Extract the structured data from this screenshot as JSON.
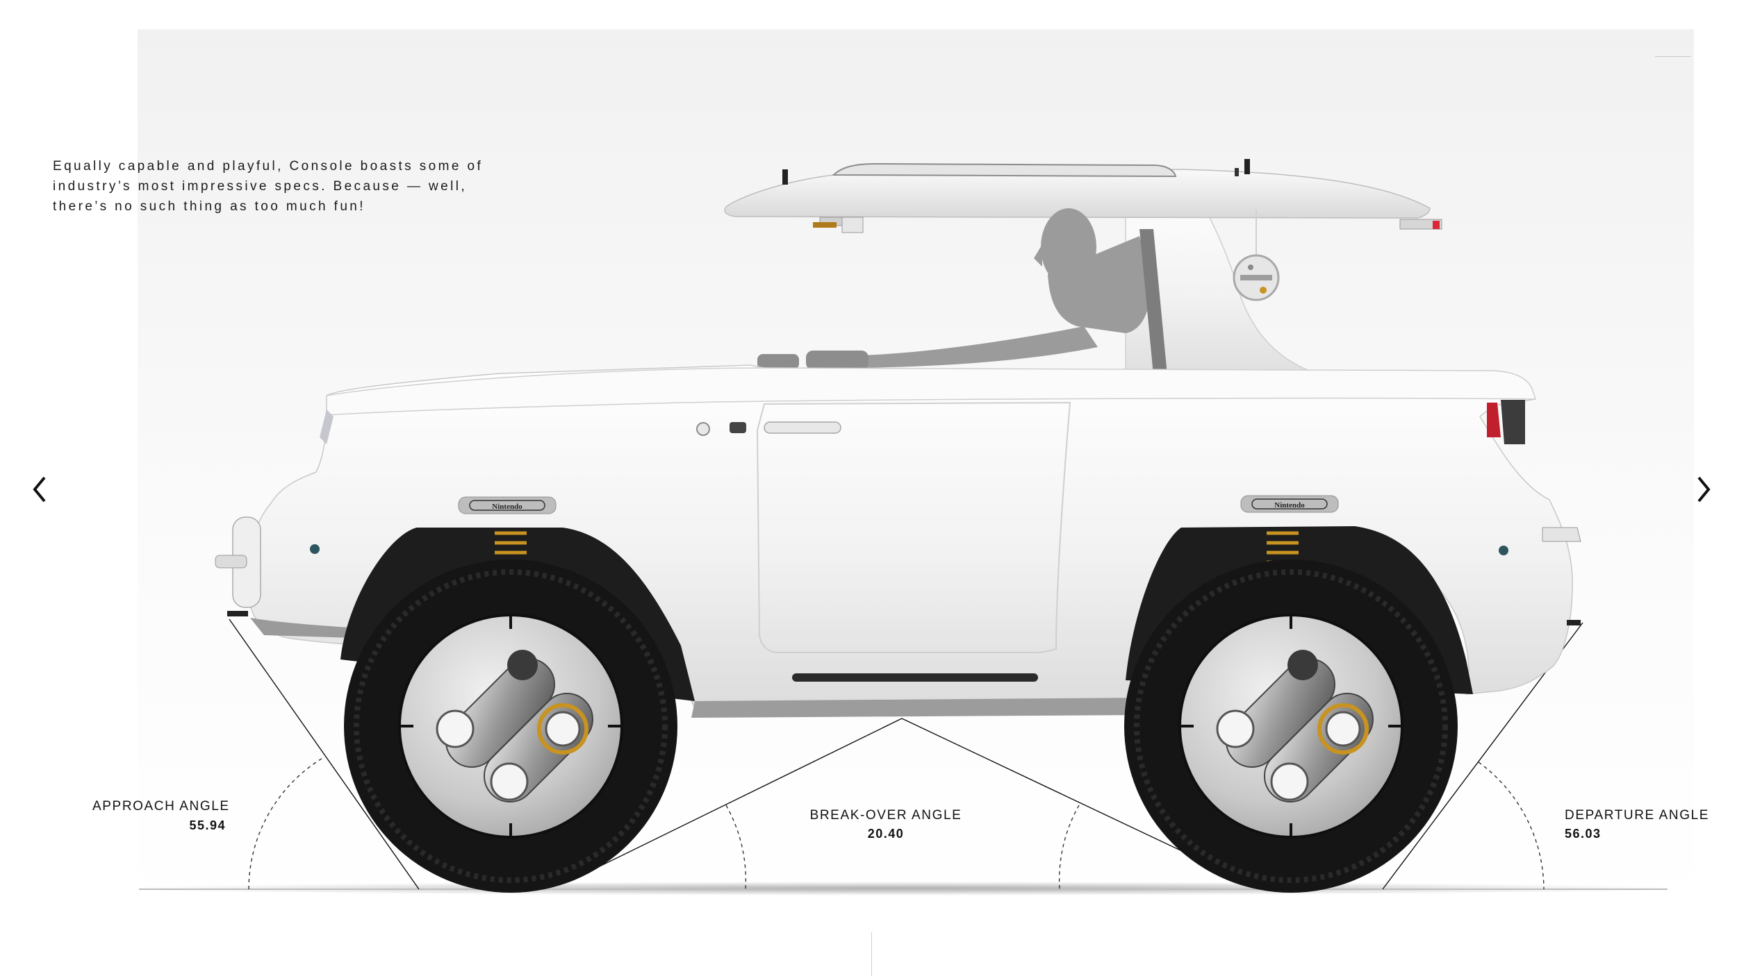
{
  "intro": {
    "lines": [
      "Equally capable and playful, Console boasts some of",
      "industry’s most impressive specs. Because — well,",
      "there’s no such thing as too much fun!"
    ]
  },
  "navigation": {
    "prev_icon": "chevron-left-icon",
    "next_icon": "chevron-right-icon"
  },
  "vehicle": {
    "badge_text": "Nintendo",
    "accent_color": "#c89320",
    "body_color": "#f3f3f3",
    "tire_color": "#151515"
  },
  "specs": {
    "approach": {
      "label": "APPROACH ANGLE",
      "value": "55.94"
    },
    "breakover": {
      "label": "BREAK-OVER ANGLE",
      "value": "20.40"
    },
    "departure": {
      "label": "DEPARTURE ANGLE",
      "value": "56.03"
    }
  }
}
